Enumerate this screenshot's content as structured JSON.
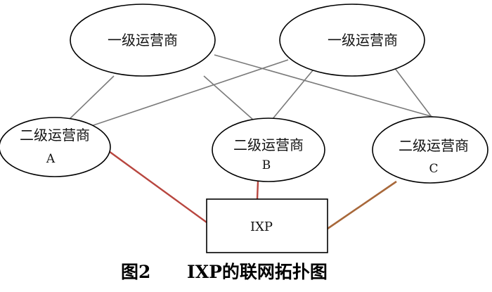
{
  "diagram": {
    "nodes": {
      "tier1_left": {
        "label": "一级运营商"
      },
      "tier1_right": {
        "label": "一级运营商"
      },
      "tier2_a": {
        "label": "二级运营商",
        "sublabel": "A"
      },
      "tier2_b": {
        "label": "二级运营商",
        "sublabel": "B"
      },
      "tier2_c": {
        "label": "二级运营商",
        "sublabel": "C"
      },
      "ixp": {
        "label": "IXP"
      }
    },
    "edges": [
      {
        "from": "tier1_left",
        "to": "tier2_a",
        "color": "#7a7a7a"
      },
      {
        "from": "tier1_left",
        "to": "tier2_b",
        "color": "#7a7a7a"
      },
      {
        "from": "tier1_left",
        "to": "tier2_c",
        "color": "#7a7a7a"
      },
      {
        "from": "tier1_right",
        "to": "tier2_a",
        "color": "#7a7a7a"
      },
      {
        "from": "tier1_right",
        "to": "tier2_b",
        "color": "#7a7a7a"
      },
      {
        "from": "tier1_right",
        "to": "tier2_c",
        "color": "#7a7a7a"
      },
      {
        "from": "tier2_a",
        "to": "ixp",
        "color": "#b8463f"
      },
      {
        "from": "tier2_b",
        "to": "ixp",
        "color": "#b8463f"
      },
      {
        "from": "tier2_c",
        "to": "ixp",
        "color": "#a8683a"
      }
    ]
  },
  "caption": {
    "figure_number": "图2",
    "title": "IXP的联网拓扑图"
  }
}
